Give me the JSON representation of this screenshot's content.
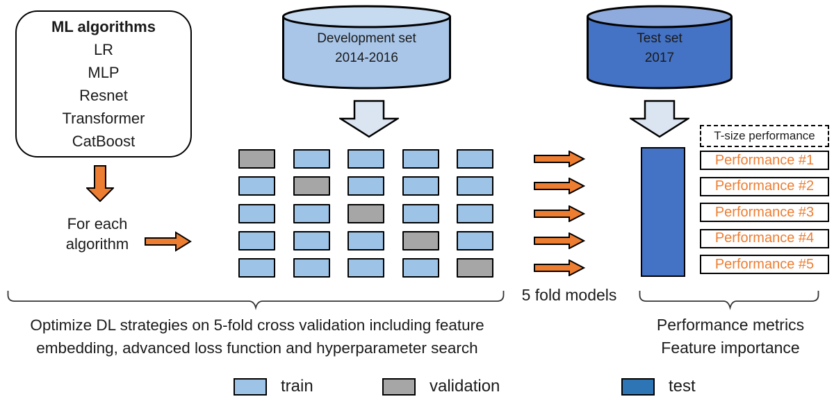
{
  "ml_box": {
    "title": "ML algorithms",
    "items": [
      "LR",
      "MLP",
      "Resnet",
      "Transformer",
      "CatBoost"
    ]
  },
  "development_cylinder": {
    "line1": "Development set",
    "line2": "2014-2016"
  },
  "test_cylinder": {
    "line1": "Test set",
    "line2": "2017"
  },
  "for_each_label": {
    "line1": "For each",
    "line2": "algorithm"
  },
  "fold_models_label": "5 fold models",
  "tsize_performance_label": "T-size performance",
  "performance_items": [
    "Performance #1",
    "Performance #2",
    "Performance #3",
    "Performance #4",
    "Performance #5"
  ],
  "caption_left": {
    "line1": "Optimize DL strategies on 5-fold cross validation including feature",
    "line2": "embedding, advanced loss function and hyperparameter search"
  },
  "caption_right": {
    "line1": "Performance metrics",
    "line2": "Feature importance"
  },
  "legend": {
    "items": [
      {
        "label": "train",
        "color": "#9dc3e6"
      },
      {
        "label": "validation",
        "color": "#a6a6a6"
      },
      {
        "label": "test",
        "color": "#2e75b6"
      }
    ]
  },
  "cv_grid": {
    "rows": 5,
    "cols": 5,
    "pattern": [
      [
        "validation",
        "train",
        "train",
        "train",
        "train"
      ],
      [
        "train",
        "validation",
        "train",
        "train",
        "train"
      ],
      [
        "train",
        "train",
        "validation",
        "train",
        "train"
      ],
      [
        "train",
        "train",
        "train",
        "validation",
        "train"
      ],
      [
        "train",
        "train",
        "train",
        "train",
        "validation"
      ]
    ]
  },
  "colors": {
    "train": "#9dc3e6",
    "validation": "#a6a6a6",
    "test": "#2e75b6",
    "test_rect": "#4472c4",
    "orange": "#ed7d31",
    "light_arrow": "#dbe5f1",
    "dev_cyl_body": "#a9c6e8",
    "dev_cyl_top": "#c6daf0",
    "test_cyl_body": "#4472c4",
    "test_cyl_top": "#8faadc"
  }
}
